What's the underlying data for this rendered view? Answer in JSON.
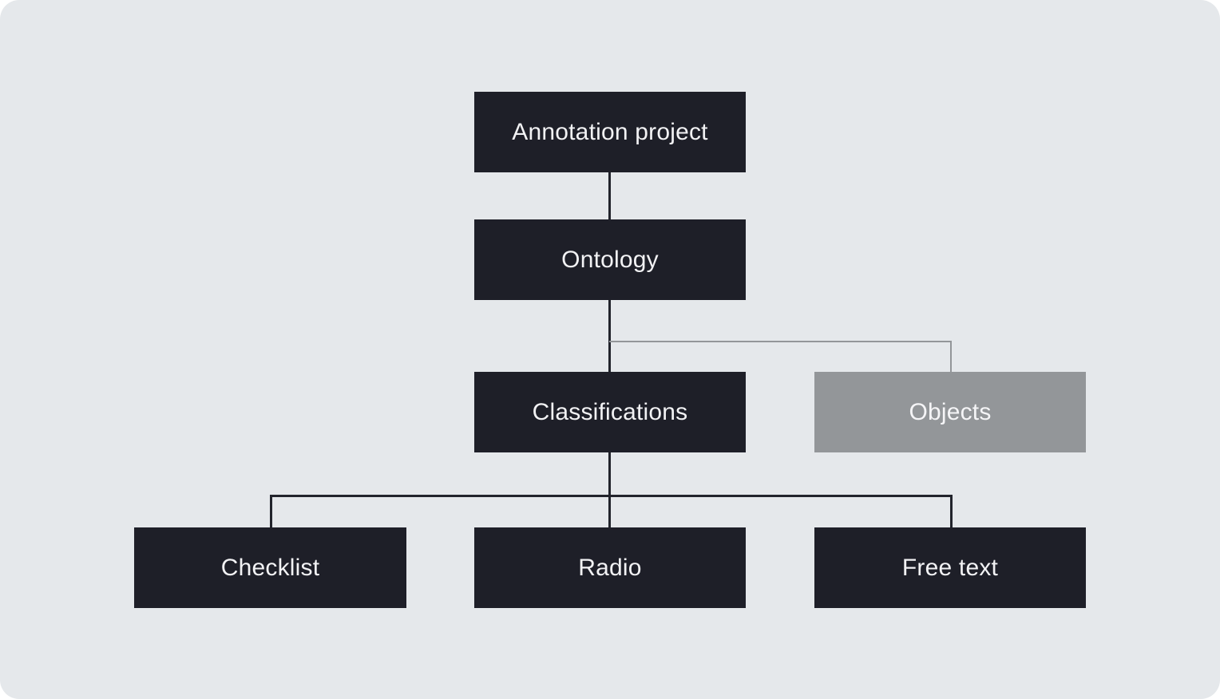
{
  "diagram": {
    "type": "hierarchy-flowchart",
    "background_color": "#e5e8eb",
    "node_color": "#1e1f28",
    "muted_node_color": "#939699",
    "node_text_color": "#f2f2f4",
    "connector_color": "#22242c",
    "muted_connector_color": "#939699",
    "nodes": [
      {
        "id": "annotation-project",
        "label": "Annotation project",
        "level": 0,
        "state": "active"
      },
      {
        "id": "ontology",
        "label": "Ontology",
        "level": 1,
        "state": "active"
      },
      {
        "id": "classifications",
        "label": "Classifications",
        "level": 2,
        "state": "active"
      },
      {
        "id": "objects",
        "label": "Objects",
        "level": 2,
        "state": "muted"
      },
      {
        "id": "checklist",
        "label": "Checklist",
        "level": 3,
        "state": "active"
      },
      {
        "id": "radio",
        "label": "Radio",
        "level": 3,
        "state": "active"
      },
      {
        "id": "free-text",
        "label": "Free text",
        "level": 3,
        "state": "active"
      }
    ],
    "edges": [
      {
        "from": "annotation-project",
        "to": "ontology",
        "style": "active"
      },
      {
        "from": "ontology",
        "to": "classifications",
        "style": "active"
      },
      {
        "from": "ontology",
        "to": "objects",
        "style": "muted"
      },
      {
        "from": "classifications",
        "to": "checklist",
        "style": "active"
      },
      {
        "from": "classifications",
        "to": "radio",
        "style": "active"
      },
      {
        "from": "classifications",
        "to": "free-text",
        "style": "active"
      }
    ]
  }
}
